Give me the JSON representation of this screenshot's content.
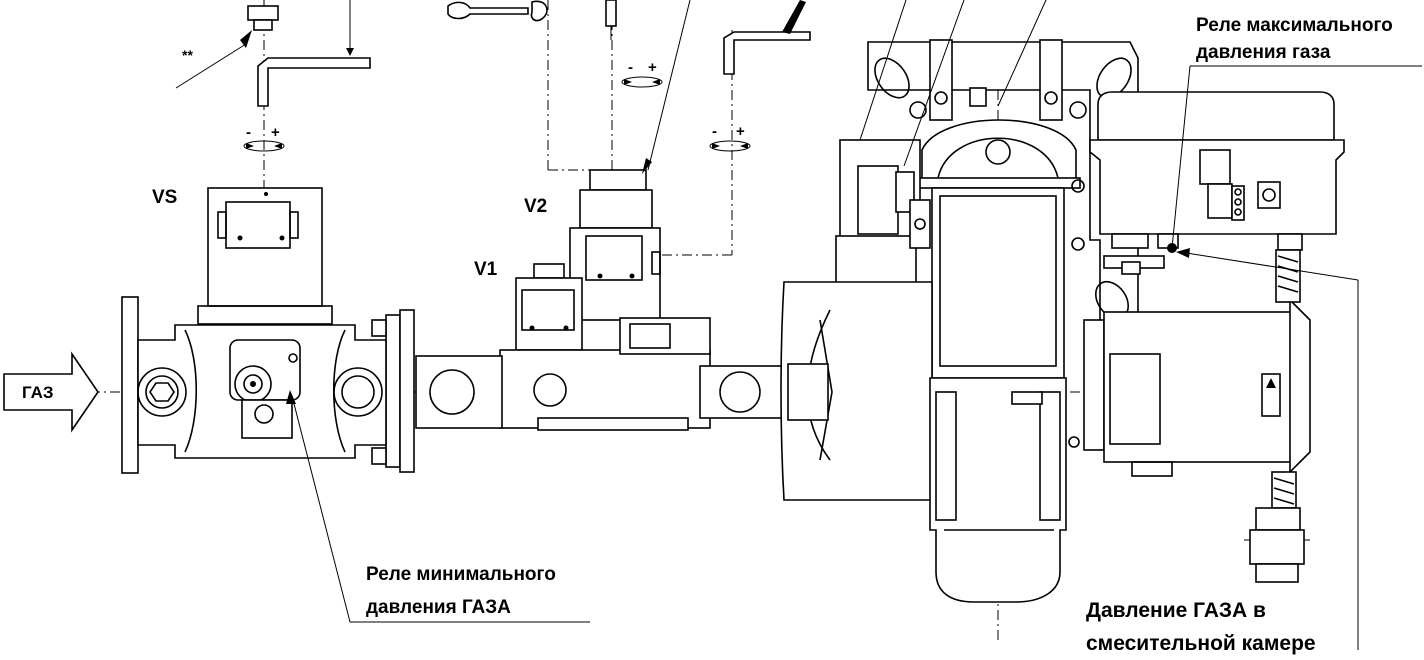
{
  "labels": {
    "max_relay_line1": "Реле максимального",
    "max_relay_line2": "давления газа",
    "min_relay_line1": "Реле минимального",
    "min_relay_line2": "давления ГАЗА",
    "mix_pressure_line1": "Давление ГАЗА в",
    "mix_pressure_line2": "смесительной камере",
    "gas_inlet": "ГАЗ",
    "valve_vs": "VS",
    "valve_v1": "V1",
    "valve_v2": "V2",
    "double_star": "**",
    "minus": "-",
    "plus": "+"
  }
}
